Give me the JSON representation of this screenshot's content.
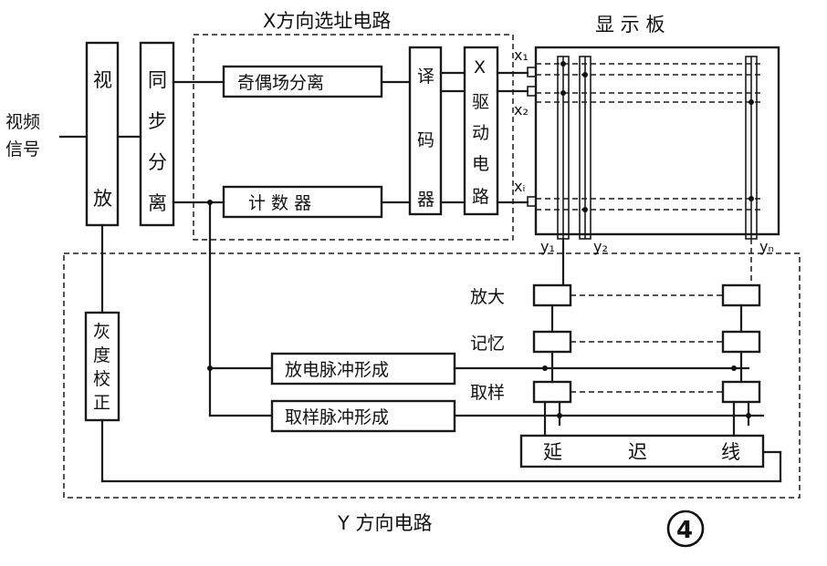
{
  "input_label": [
    "视频",
    "信号"
  ],
  "blocks": {
    "video_amp": [
      "视",
      "放"
    ],
    "sync_sep": [
      "同",
      "步",
      "分",
      "离"
    ],
    "odd_even": "奇偶场分离",
    "counter": "计 数 器",
    "decoder": [
      "译",
      "码",
      "器"
    ],
    "x_driver": [
      "X",
      "驱",
      "动",
      "电",
      "路"
    ],
    "gray_corr": [
      "灰",
      "度",
      "校",
      "正"
    ],
    "discharge_pulse": "放电脉冲形成",
    "sample_pulse": "取样脉冲形成",
    "delay_line": [
      "延",
      "迟",
      "线"
    ]
  },
  "regions": {
    "x_address": "X方向选址电路",
    "display_panel": "显 示 板",
    "y_direction": "Y 方向电路"
  },
  "row_labels": [
    "x₁",
    "x₂",
    "xᵢ"
  ],
  "col_labels": [
    "y₁",
    "y₂",
    "yₙ"
  ],
  "stage_labels": [
    "放大",
    "记忆",
    "取样"
  ],
  "figure_number": "4"
}
